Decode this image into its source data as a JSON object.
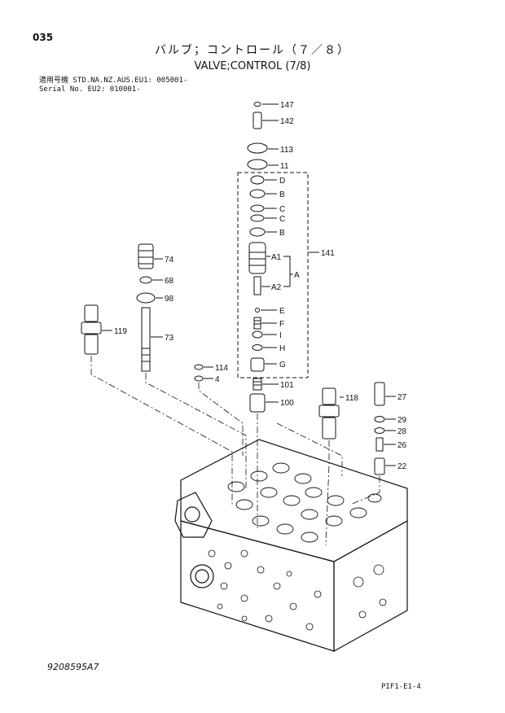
{
  "page_number": "035",
  "title_jp": "バルブ；コントロール（７／８）",
  "title_en": "VALVE;CONTROL (7/8)",
  "serial": {
    "line1": "適用号機  STD.NA.NZ.AUS.EU1: 005001-",
    "line2": "Serial No.                 EU2: 010001-"
  },
  "parts": [
    {
      "callout": "147"
    },
    {
      "callout": "142"
    },
    {
      "callout": "113"
    },
    {
      "callout": "11"
    },
    {
      "callout": "D"
    },
    {
      "callout": "B"
    },
    {
      "callout": "C"
    },
    {
      "callout": "C"
    },
    {
      "callout": "B"
    },
    {
      "callout": "141"
    },
    {
      "callout": "A1"
    },
    {
      "callout": "A"
    },
    {
      "callout": "A2"
    },
    {
      "callout": "E"
    },
    {
      "callout": "F"
    },
    {
      "callout": "I"
    },
    {
      "callout": "H"
    },
    {
      "callout": "G"
    },
    {
      "callout": "101"
    },
    {
      "callout": "100"
    },
    {
      "callout": "74"
    },
    {
      "callout": "68"
    },
    {
      "callout": "98"
    },
    {
      "callout": "73"
    },
    {
      "callout": "119"
    },
    {
      "callout": "114"
    },
    {
      "callout": "4"
    },
    {
      "callout": "118"
    },
    {
      "callout": "27"
    },
    {
      "callout": "29"
    },
    {
      "callout": "28"
    },
    {
      "callout": "26"
    },
    {
      "callout": "22"
    }
  ],
  "doc_id": "9208595A7",
  "figure_code": "PIF1-E1-4"
}
